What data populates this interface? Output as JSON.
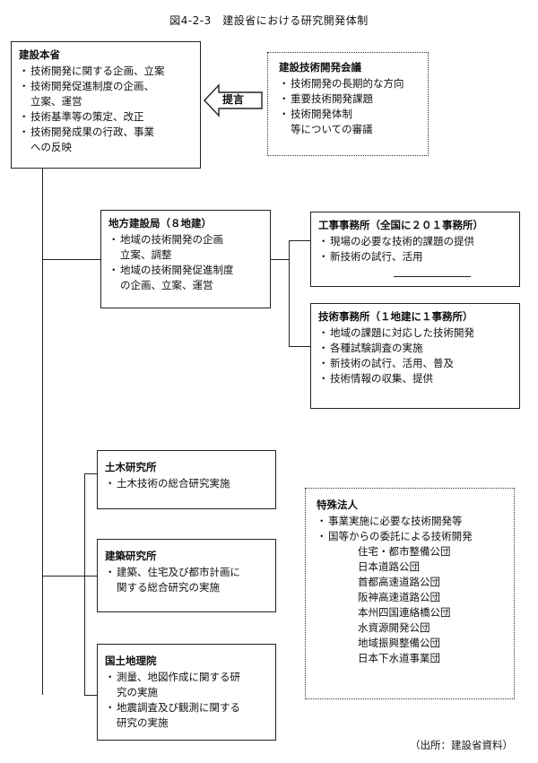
{
  "title": "図4-2-3　建設省における研究開発体制",
  "ministry": {
    "head": "建設本省",
    "items": [
      "技術開発に関する企画、立案",
      "技術開発促進制度の企画、\n立案、運営",
      "技術基準等の策定、改正",
      "技術開発成果の行政、事業\nへの反映"
    ]
  },
  "proposal_label": "提言",
  "council": {
    "head": "建設技術開発会議",
    "items": [
      "技術開発の長期的な方向",
      "重要技術開発課題",
      "技術開発体制\n等についての審議"
    ]
  },
  "regional": {
    "head": "地方建設局（８地建）",
    "items": [
      "地域の技術開発の企画\n立案、調整",
      "地域の技術開発促進制度\nの企画、立案、運営"
    ]
  },
  "construction_office": {
    "head": "工事事務所（全国に２０１事務所）",
    "items": [
      "現場の必要な技術的課題の提供",
      "新技術の試行、活用"
    ]
  },
  "technical_office": {
    "head": "技術事務所（１地建に１事務所）",
    "items": [
      "地域の課題に対応した技術開発",
      "各種試験調査の実施",
      "新技術の試行、活用、普及",
      "技術情報の収集、提供"
    ]
  },
  "pwri": {
    "head": "土木研究所",
    "items": [
      "土木技術の総合研究実施"
    ]
  },
  "bri": {
    "head": "建築研究所",
    "items": [
      "建築、住宅及び都市計画に\n関する総合研究の実施"
    ]
  },
  "gsi": {
    "head": "国土地理院",
    "items": [
      "測量、地図作成に関する研\n究の実施",
      "地震調査及び観測に関する\n研究の実施"
    ]
  },
  "special": {
    "head": "特殊法人",
    "items": [
      "事業実施に必要な技術開発等",
      "国等からの委託による技術開発"
    ],
    "corporations": [
      "住宅・都市整備公団",
      "日本道路公団",
      "首都高速道路公団",
      "阪神高速道路公団",
      "本州四国連絡橋公団",
      "水資源開発公団",
      "地域振興整備公団",
      "日本下水道事業団"
    ]
  },
  "source": "（出所：建設省資料）"
}
